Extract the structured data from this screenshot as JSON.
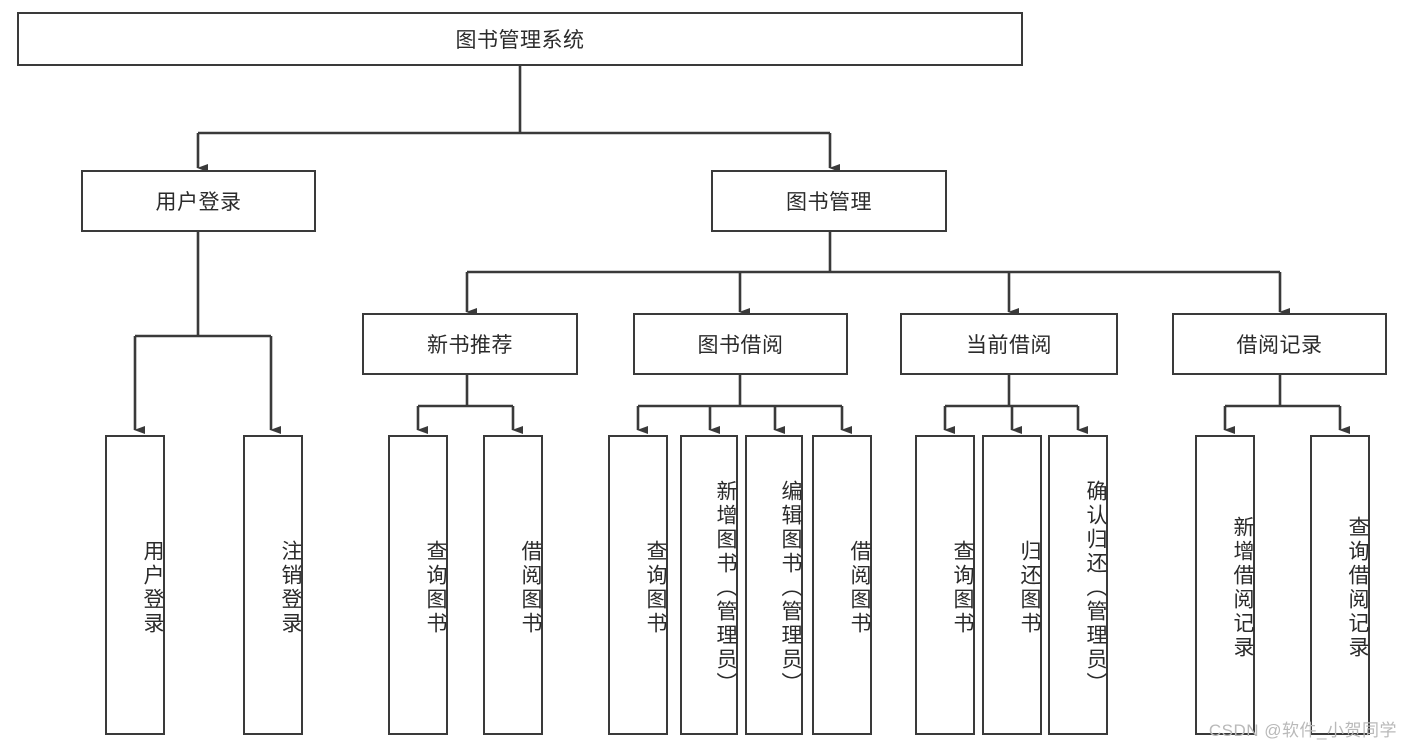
{
  "diagram": {
    "type": "hierarchy-tree",
    "title": "图书管理系统",
    "watermark": "CSDN @软件_小贺同学",
    "colors": {
      "stroke": "#3a3a3a",
      "text": "#2b2b2b",
      "background": "#ffffff",
      "watermark": "#b9b9b9"
    },
    "levels": {
      "root": {
        "label": "图书管理系统"
      },
      "level1": [
        {
          "id": "user-login",
          "label": "用户登录"
        },
        {
          "id": "book-management",
          "label": "图书管理"
        }
      ],
      "level2": [
        {
          "id": "new-book-recommend",
          "label": "新书推荐",
          "parent": "book-management"
        },
        {
          "id": "book-borrow",
          "label": "图书借阅",
          "parent": "book-management"
        },
        {
          "id": "current-borrow",
          "label": "当前借阅",
          "parent": "book-management"
        },
        {
          "id": "borrow-record",
          "label": "借阅记录",
          "parent": "book-management"
        }
      ],
      "leaves": [
        {
          "id": "leaf-user-login",
          "label": "用户登录",
          "parent": "user-login"
        },
        {
          "id": "leaf-logout-login",
          "label": "注销登录",
          "parent": "user-login"
        },
        {
          "id": "leaf-query-book-1",
          "label": "查询图书",
          "parent": "new-book-recommend"
        },
        {
          "id": "leaf-borrow-book-1",
          "label": "借阅图书",
          "parent": "new-book-recommend"
        },
        {
          "id": "leaf-query-book-2",
          "label": "查询图书",
          "parent": "book-borrow"
        },
        {
          "id": "leaf-add-book",
          "label": "新增图书（管理员）",
          "parent": "book-borrow"
        },
        {
          "id": "leaf-edit-book",
          "label": "编辑图书（管理员）",
          "parent": "book-borrow"
        },
        {
          "id": "leaf-borrow-book-2",
          "label": "借阅图书",
          "parent": "book-borrow"
        },
        {
          "id": "leaf-query-book-3",
          "label": "查询图书",
          "parent": "current-borrow"
        },
        {
          "id": "leaf-return-book",
          "label": "归还图书",
          "parent": "current-borrow"
        },
        {
          "id": "leaf-confirm-return",
          "label": "确认归还（管理员）",
          "parent": "current-borrow"
        },
        {
          "id": "leaf-add-record",
          "label": "新增借阅记录",
          "parent": "borrow-record"
        },
        {
          "id": "leaf-query-record",
          "label": "查询借阅记录",
          "parent": "borrow-record"
        }
      ]
    }
  }
}
